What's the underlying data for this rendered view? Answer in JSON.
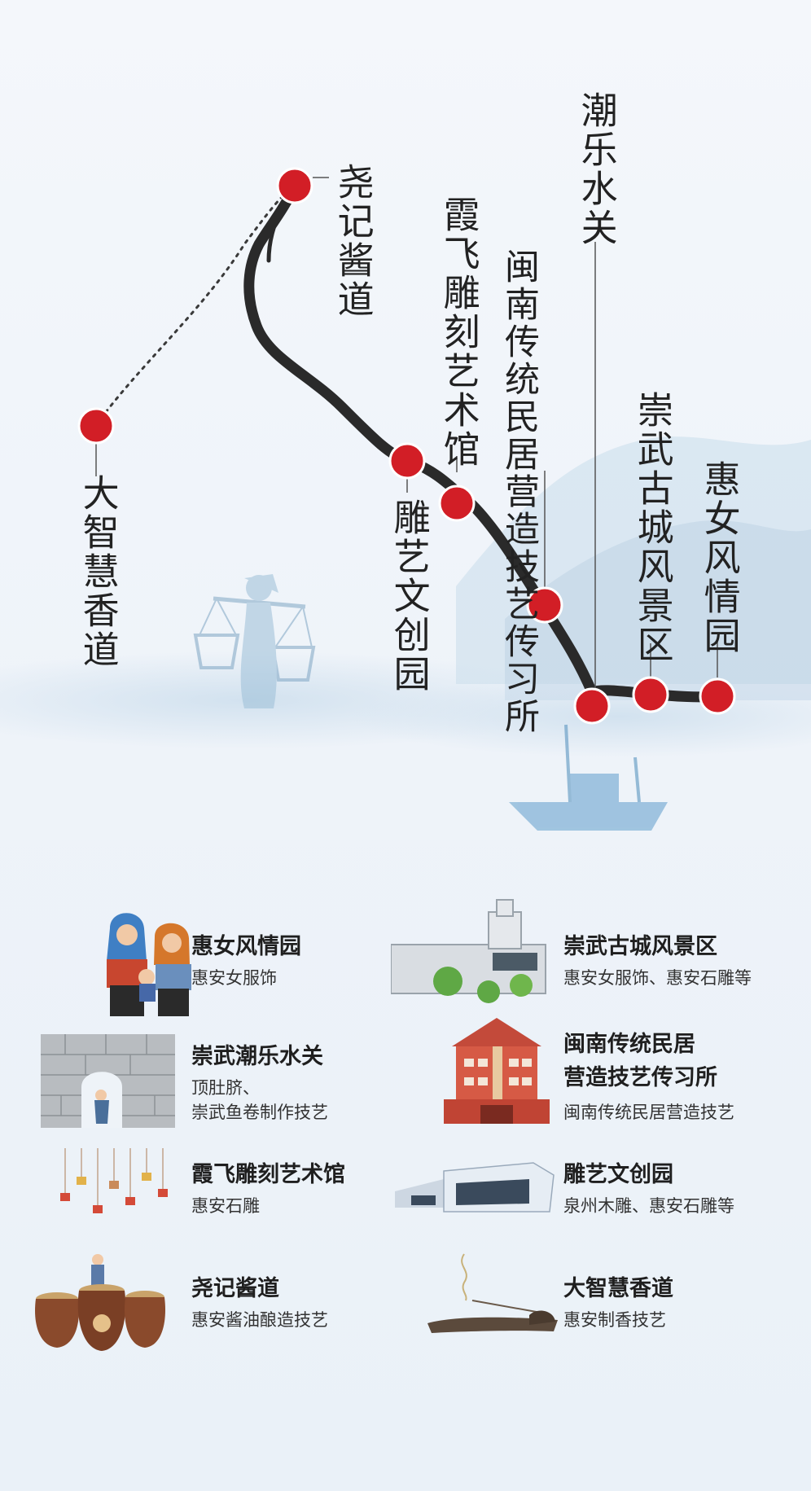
{
  "map": {
    "stops": [
      {
        "id": "yaoji",
        "label": "尧记酱道"
      },
      {
        "id": "dazhihui",
        "label": "大智慧香道"
      },
      {
        "id": "diaoyi",
        "label": "雕艺文创园"
      },
      {
        "id": "xiafei",
        "label": "霞飞雕刻艺术馆"
      },
      {
        "id": "minnan",
        "label": "闽南传统民居营造技艺传习所"
      },
      {
        "id": "chaole",
        "label": "潮乐水关"
      },
      {
        "id": "chongwu",
        "label": "崇武古城风景区"
      },
      {
        "id": "huinv",
        "label": "惠女风情园"
      }
    ],
    "marker_color": "#d21e26",
    "route_color": "#2a2a2a"
  },
  "legend": [
    {
      "title": "惠女风情园",
      "desc": [
        "惠安女服饰"
      ],
      "icon": "huinv-women-icon"
    },
    {
      "title": "崇武古城风景区",
      "desc": [
        "惠安女服饰、惠安石雕等"
      ],
      "icon": "ancient-city-icon"
    },
    {
      "title": "崇武潮乐水关",
      "desc": [
        "顶肚脐、",
        "崇武鱼卷制作技艺"
      ],
      "icon": "water-gate-icon"
    },
    {
      "title": "闽南传统民居",
      "title2": "营造技艺传习所",
      "desc": [
        "闽南传统民居营造技艺"
      ],
      "icon": "red-building-icon"
    },
    {
      "title": "霞飞雕刻艺术馆",
      "desc": [
        "惠安石雕"
      ],
      "icon": "hanging-lanterns-icon"
    },
    {
      "title": "雕艺文创园",
      "desc": [
        "泉州木雕、惠安石雕等"
      ],
      "icon": "modern-building-icon"
    },
    {
      "title": "尧记酱道",
      "desc": [
        "惠安酱油酿造技艺"
      ],
      "icon": "soy-jars-icon"
    },
    {
      "title": "大智慧香道",
      "desc": [
        "惠安制香技艺"
      ],
      "icon": "incense-icon"
    }
  ]
}
